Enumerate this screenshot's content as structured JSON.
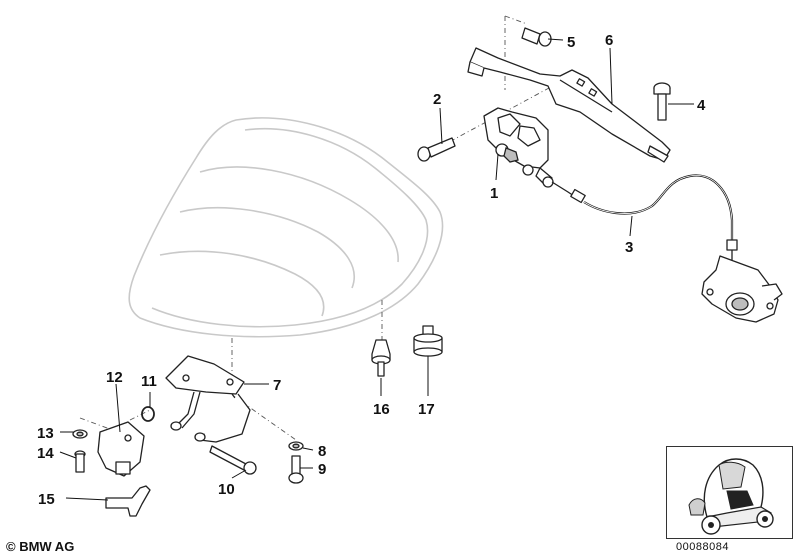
{
  "copyright": "© BMW AG",
  "reference_number": "00088084",
  "callouts": [
    {
      "id": "1",
      "label": "1"
    },
    {
      "id": "2",
      "label": "2"
    },
    {
      "id": "3",
      "label": "3"
    },
    {
      "id": "4",
      "label": "4"
    },
    {
      "id": "5",
      "label": "5"
    },
    {
      "id": "6",
      "label": "6"
    },
    {
      "id": "7",
      "label": "7"
    },
    {
      "id": "8",
      "label": "8"
    },
    {
      "id": "9",
      "label": "9"
    },
    {
      "id": "10",
      "label": "10"
    },
    {
      "id": "11",
      "label": "11"
    },
    {
      "id": "12",
      "label": "12"
    },
    {
      "id": "13",
      "label": "13"
    },
    {
      "id": "14",
      "label": "14"
    },
    {
      "id": "15",
      "label": "15"
    },
    {
      "id": "16",
      "label": "16"
    },
    {
      "id": "17",
      "label": "17"
    }
  ]
}
